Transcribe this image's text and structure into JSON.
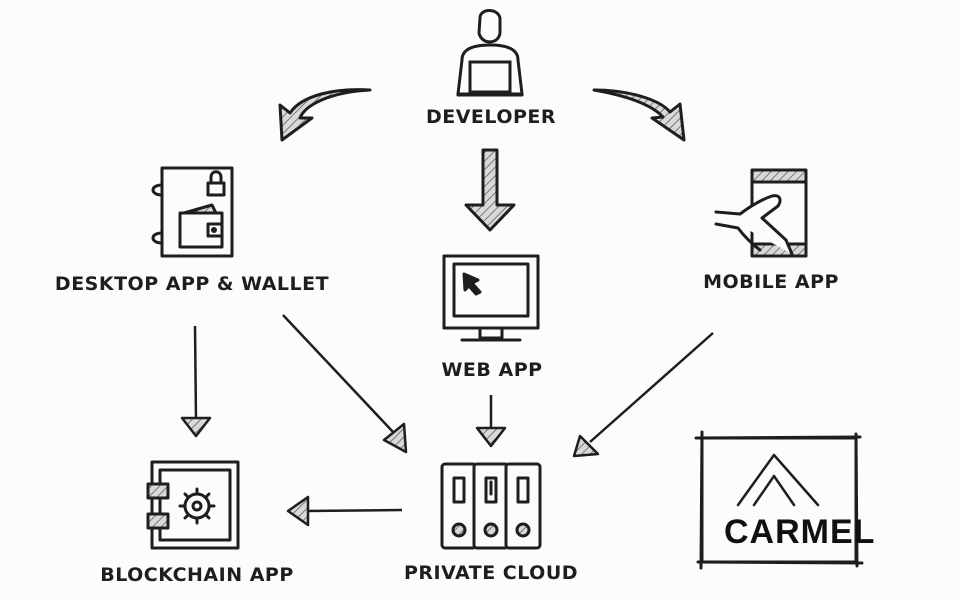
{
  "nodes": {
    "developer": "DEVELOPER",
    "desktop": "DESKTOP APP & WALLET",
    "mobile": "MOBILE APP",
    "web": "WEB APP",
    "blockchain": "BLOCKCHAIN APP",
    "cloud": "PRIVATE CLOUD"
  },
  "logo": {
    "text": "CARMEL"
  },
  "icons": {
    "developer": "person-laptop-icon",
    "desktop": "wallet-notebook-icon",
    "mobile": "phone-touch-icon",
    "web": "monitor-cursor-icon",
    "blockchain": "safe-vault-icon",
    "cloud": "server-rack-icon",
    "logo": "mountain-logo-icon"
  },
  "edges": [
    {
      "from": "developer",
      "to": "desktop"
    },
    {
      "from": "developer",
      "to": "web"
    },
    {
      "from": "developer",
      "to": "mobile"
    },
    {
      "from": "desktop",
      "to": "blockchain"
    },
    {
      "from": "desktop",
      "to": "cloud"
    },
    {
      "from": "web",
      "to": "cloud"
    },
    {
      "from": "mobile",
      "to": "cloud"
    },
    {
      "from": "cloud",
      "to": "blockchain"
    }
  ],
  "colors": {
    "ink": "#1e1e1e",
    "hatch": "#9a9a9a",
    "fill": "#d6d6d6"
  }
}
